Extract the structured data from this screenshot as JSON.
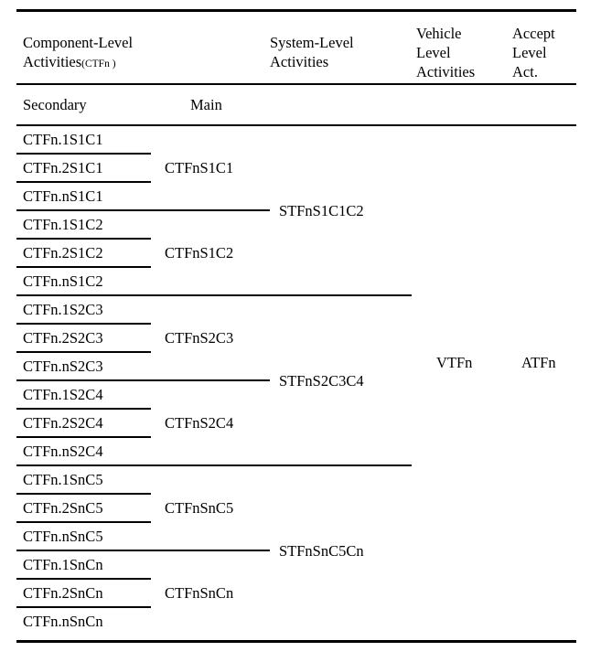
{
  "table": {
    "columns": [
      {
        "id": "component",
        "label": "Component-Level\nActivities",
        "sub": "(CTFn )"
      },
      {
        "id": "system",
        "label": "System-Level\nActivities"
      },
      {
        "id": "vehicle",
        "label": "Vehicle\nLevel\nActivities"
      },
      {
        "id": "accept",
        "label": "Accept\nLevel\nAct."
      }
    ],
    "subheaders": {
      "secondary": "Secondary",
      "main": "Main"
    },
    "secondary_activities": [
      "CTFn.1S1C1",
      "CTFn.2S1C1",
      "CTFn.nS1C1",
      "CTFn.1S1C2",
      "CTFn.2S1C2",
      "CTFn.nS1C2",
      "CTFn.1S2C3",
      "CTFn.2S2C3",
      "CTFn.nS2C3",
      "CTFn.1S2C4",
      "CTFn.2S2C4",
      "CTFn.nS2C4",
      "CTFn.1SnC5",
      "CTFn.2SnC5",
      "CTFn.nSnC5",
      "CTFn.1SnCn",
      "CTFn.2SnCn",
      "CTFn.nSnCn"
    ],
    "main_activities": [
      "CTFnS1C1",
      "CTFnS1C2",
      "CTFnS2C3",
      "CTFnS2C4",
      "CTFnSnC5",
      "CTFnSnCn"
    ],
    "system_activities": [
      "STFnS1C1C2",
      "STFnS2C3C4",
      "STFnSnC5Cn"
    ],
    "vehicle_activity": "VTFn",
    "accept_activity": "ATFn"
  }
}
